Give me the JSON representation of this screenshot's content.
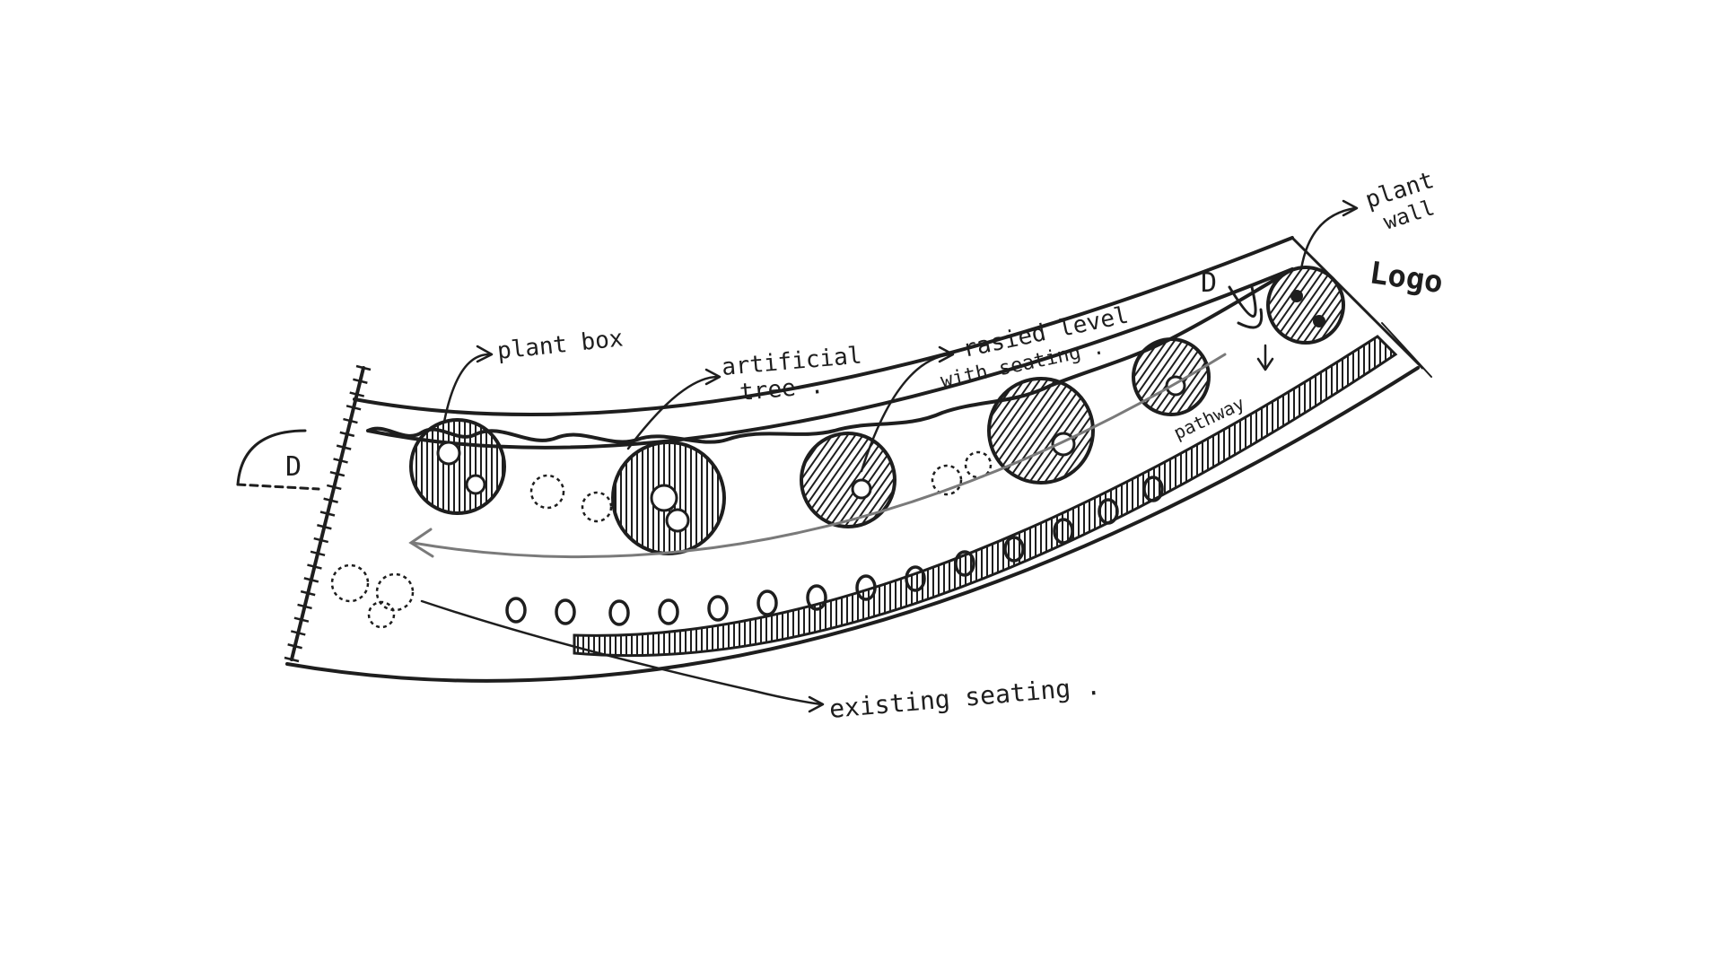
{
  "labels": {
    "plant_box": "plant box",
    "artificial_tree_1": "artificial",
    "artificial_tree_2": "tree .",
    "raised_level_1": "rasied level",
    "raised_level_2": "with seating .",
    "plant_wall_1": "plant",
    "plant_wall_2": "wall",
    "logo": "Logo",
    "pathway": "pathway",
    "existing_seating": "existing seating .",
    "door_left": "D",
    "door_right": "D"
  },
  "colors": {
    "ink": "#1e1e1e",
    "pencil": "#7a7a7a",
    "paper": "#ffffff"
  }
}
